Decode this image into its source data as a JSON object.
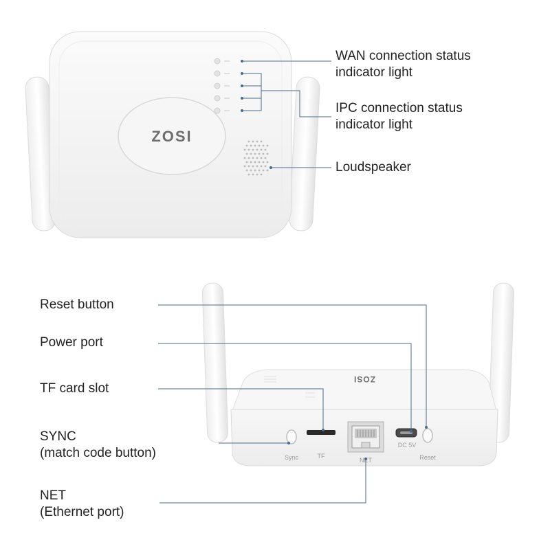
{
  "brand": "ZOSI",
  "device_top": {
    "callouts": [
      {
        "id": "wan",
        "lines": [
          "WAN connection status",
          "indicator light"
        ]
      },
      {
        "id": "ipc",
        "lines": [
          "IPC connection status",
          "indicator light"
        ]
      },
      {
        "id": "speaker",
        "lines": [
          "Loudspeaker"
        ]
      }
    ]
  },
  "device_back": {
    "callouts": [
      {
        "id": "reset",
        "lines": [
          "Reset button"
        ]
      },
      {
        "id": "power",
        "lines": [
          "Power port"
        ]
      },
      {
        "id": "tf",
        "lines": [
          "TF card slot"
        ]
      },
      {
        "id": "sync",
        "lines": [
          "SYNC",
          "(match code button)"
        ]
      },
      {
        "id": "net",
        "lines": [
          "NET",
          "(Ethernet port)"
        ]
      }
    ],
    "port_labels": {
      "sync": "Sync",
      "tf": "TF",
      "net": "NET",
      "power": "DC 5V",
      "reset": "Reset"
    }
  },
  "colors": {
    "leader_line": "#4a6a8a",
    "device_body": "#f4f4f4",
    "device_edge": "#d8d8d8"
  }
}
